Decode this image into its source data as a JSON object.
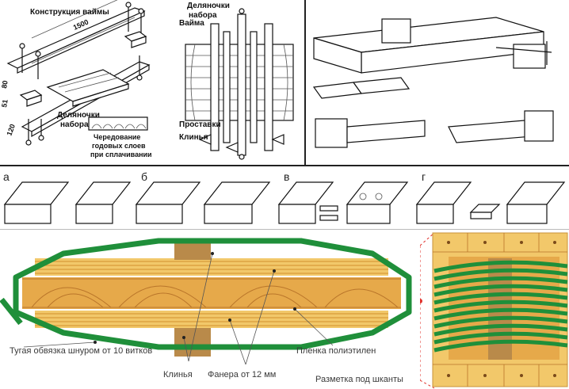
{
  "top_left": {
    "title": "Конструкция ваймы",
    "dim_long": "1500",
    "dim_a": "80",
    "dim_b": "51",
    "dim_c": "120",
    "label_parts_set": "Деляночки набора",
    "label_parts_line1": "Деляночки",
    "label_parts_line2": "набора",
    "caption_line1": "Чередование",
    "caption_line2": "годовых слоев",
    "caption_line3": "при сплачивании"
  },
  "top_middle": {
    "label_vaima": "Вайма",
    "label_parts_line1": "Деляночки",
    "label_parts_line2": "набора",
    "label_spacers": "Проставки",
    "label_wedges": "Клинья"
  },
  "middle_row": {
    "letters": [
      "а",
      "б",
      "в",
      "г"
    ]
  },
  "bottom": {
    "label_tie": "Тугая обвязка шнуром от 10 витков",
    "label_wedges": "Клинья",
    "label_plywood": "Фанера от 12 мм",
    "label_film": "Пленка полиэтилен",
    "label_marking": "Разметка под шканты"
  },
  "colors": {
    "cord_green": "#1f8f3a",
    "wood_light": "#f2c86a",
    "wood_mid": "#e6a94a",
    "wood_dark": "#b9752a",
    "plywood_line": "#d89a3a",
    "marker_red": "#e0302a"
  }
}
